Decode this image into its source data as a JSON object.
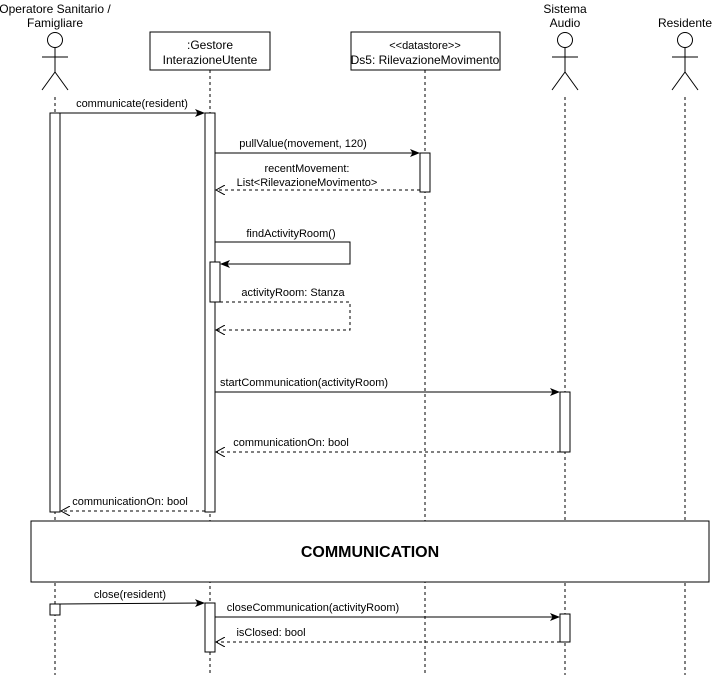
{
  "participants": {
    "operatore": {
      "line1": "Operatore Sanitario /",
      "line2": "Famigliare"
    },
    "gestore": {
      "line1": ":Gestore",
      "line2": "InterazioneUtente"
    },
    "datastore": {
      "line1": "<<datastore>>",
      "line2": "Ds5: RilevazioneMovimento"
    },
    "sistema_audio": {
      "line1": "Sistema",
      "line2": "Audio"
    },
    "residente": {
      "line1": "Residente"
    }
  },
  "messages": {
    "communicate": "communicate(resident)",
    "pull_value": "pullValue(movement, 120)",
    "recent_movement_1": "recentMovement:",
    "recent_movement_2": "List<RilevazioneMovimento>",
    "find_activity_room": "findActivityRoom()",
    "activity_room": "activityRoom: Stanza",
    "start_communication": "startCommunication(activityRoom)",
    "communication_on_audio": "communicationOn: bool",
    "communication_on_user": "communicationOn: bool",
    "close": "close(resident)",
    "close_communication": "closeCommunication(activityRoom)",
    "is_closed": "isClosed: bool"
  },
  "fragment": {
    "label": "COMMUNICATION"
  },
  "colors": {
    "stroke": "#000000",
    "background": "#ffffff"
  }
}
